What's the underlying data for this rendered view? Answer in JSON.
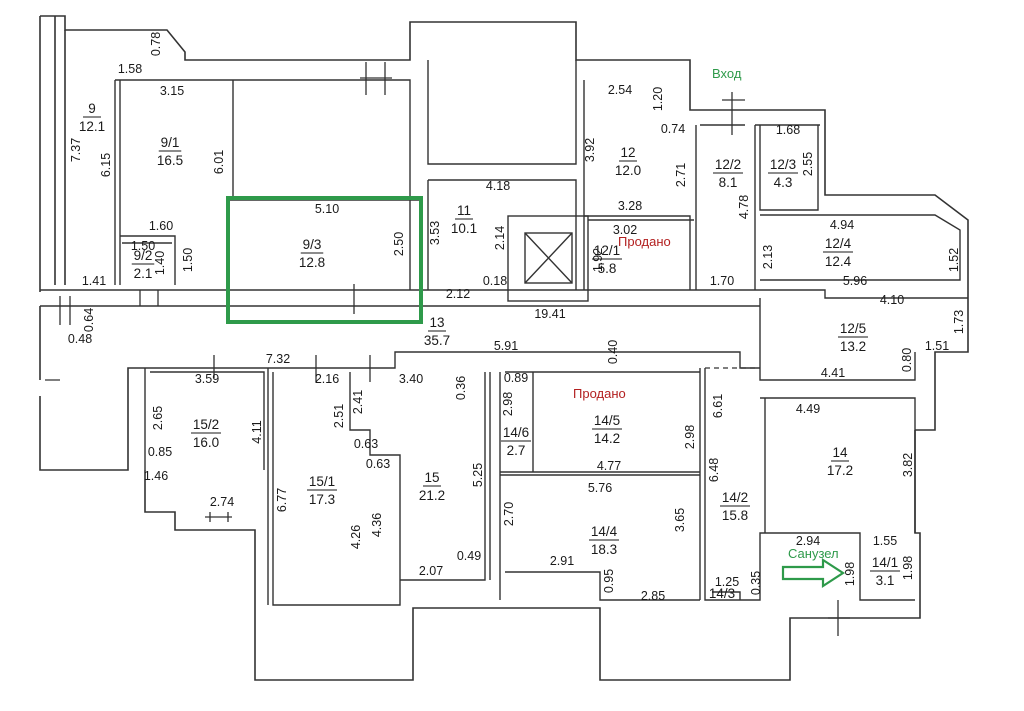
{
  "labels": {
    "entrance": "Вход",
    "bathroom": "Санузел",
    "sold": "Продано"
  },
  "colors": {
    "highlight": "#2e9a4a",
    "sold": "#b32020",
    "walls": "#333333"
  },
  "rooms": [
    {
      "id": "9",
      "area": "12.1"
    },
    {
      "id": "9/1",
      "area": "16.5"
    },
    {
      "id": "9/2",
      "area": "2.1"
    },
    {
      "id": "9/3",
      "area": "12.8"
    },
    {
      "id": "11",
      "area": "10.1"
    },
    {
      "id": "12",
      "area": "12.0"
    },
    {
      "id": "12/1",
      "area": "5.8"
    },
    {
      "id": "12/2",
      "area": "8.1"
    },
    {
      "id": "12/3",
      "area": "4.3"
    },
    {
      "id": "12/4",
      "area": "12.4"
    },
    {
      "id": "12/5",
      "area": "13.2"
    },
    {
      "id": "13",
      "area": "35.7"
    },
    {
      "id": "14",
      "area": "17.2"
    },
    {
      "id": "14/1",
      "area": "3.1"
    },
    {
      "id": "14/2",
      "area": "15.8"
    },
    {
      "id": "14/3",
      "area": ""
    },
    {
      "id": "14/4",
      "area": "18.3"
    },
    {
      "id": "14/5",
      "area": "14.2"
    },
    {
      "id": "14/6",
      "area": "2.7"
    },
    {
      "id": "15",
      "area": "21.2"
    },
    {
      "id": "15/1",
      "area": "17.3"
    },
    {
      "id": "15/2",
      "area": "16.0"
    }
  ],
  "dimensions": [
    "1.58",
    "0.78",
    "3.15",
    "7.37",
    "6.15",
    "6.01",
    "5.10",
    "2.50",
    "1.60",
    "1.50",
    "1.40",
    "1.50",
    "1.41",
    "0.64",
    "0.48",
    "4.18",
    "3.53",
    "2.14",
    "0.18",
    "2.12",
    "19.41",
    "2.54",
    "1.20",
    "0.74",
    "3.92",
    "2.71",
    "3.28",
    "3.02",
    "1.92",
    "1.68",
    "2.55",
    "4.78",
    "2.13",
    "1.70",
    "4.94",
    "1.52",
    "5.96",
    "4.10",
    "1.73",
    "1.51",
    "0.80",
    "4.41",
    "7.32",
    "3.59",
    "2.16",
    "3.40",
    "0.36",
    "5.91",
    "0.40",
    "0.89",
    "2.98",
    "2.65",
    "4.11",
    "0.85",
    "1.46",
    "2.74",
    "2.51",
    "2.41",
    "0.63",
    "0.63",
    "6.77",
    "4.26",
    "4.36",
    "5.25",
    "0.49",
    "2.07",
    "2.98",
    "4.77",
    "6.61",
    "4.49",
    "3.82",
    "6.48",
    "5.76",
    "2.70",
    "3.65",
    "2.91",
    "0.95",
    "2.85",
    "1.25",
    "0.35",
    "2.94",
    "1.55",
    "1.98",
    "1.98"
  ]
}
